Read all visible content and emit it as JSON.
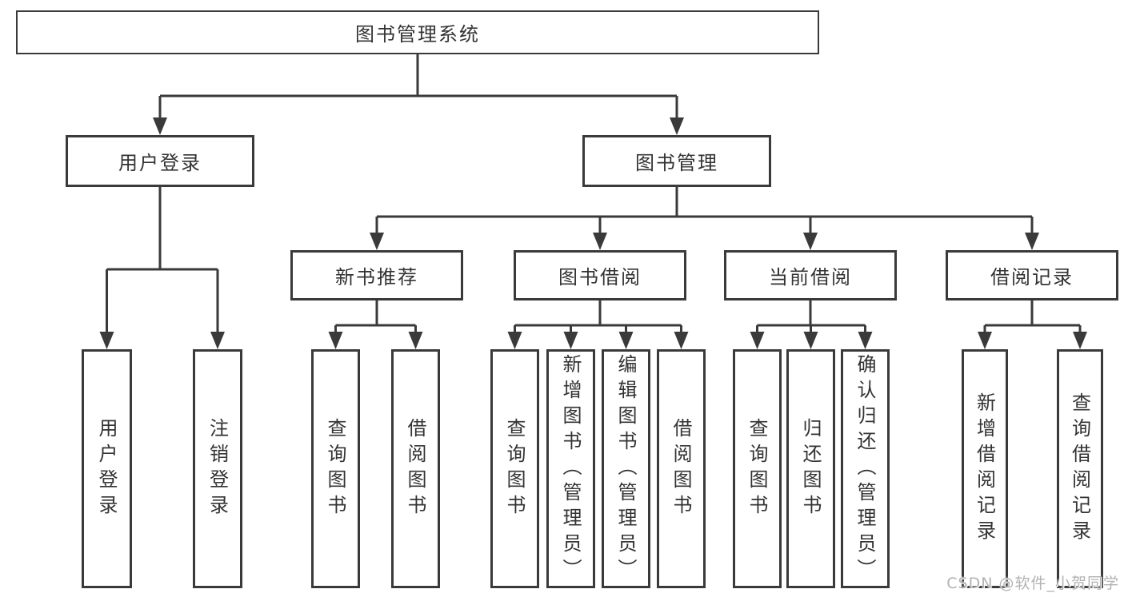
{
  "tree": {
    "label": "图书管理系统",
    "children": [
      {
        "label": "用户登录",
        "children": [
          {
            "label": "用户登录"
          },
          {
            "label": "注销登录"
          }
        ]
      },
      {
        "label": "图书管理",
        "children": [
          {
            "label": "新书推荐",
            "children": [
              {
                "label": "查询图书"
              },
              {
                "label": "借阅图书"
              }
            ]
          },
          {
            "label": "图书借阅",
            "children": [
              {
                "label": "查询图书"
              },
              {
                "label": "新增图书（管理员）"
              },
              {
                "label": "编辑图书（管理员）"
              },
              {
                "label": "借阅图书"
              }
            ]
          },
          {
            "label": "当前借阅",
            "children": [
              {
                "label": "查询图书"
              },
              {
                "label": "归还图书"
              },
              {
                "label": "确认归还（管理员）"
              }
            ]
          },
          {
            "label": "借阅记录",
            "children": [
              {
                "label": "新增借阅记录"
              },
              {
                "label": "查询借阅记录"
              }
            ]
          }
        ]
      }
    ]
  },
  "watermark": {
    "text": "CSDN @软件_小贺同学"
  },
  "colors": {
    "line": "#3a3a3a",
    "text": "#333333",
    "background": "#ffffff",
    "watermark": "#b2b2b2"
  }
}
